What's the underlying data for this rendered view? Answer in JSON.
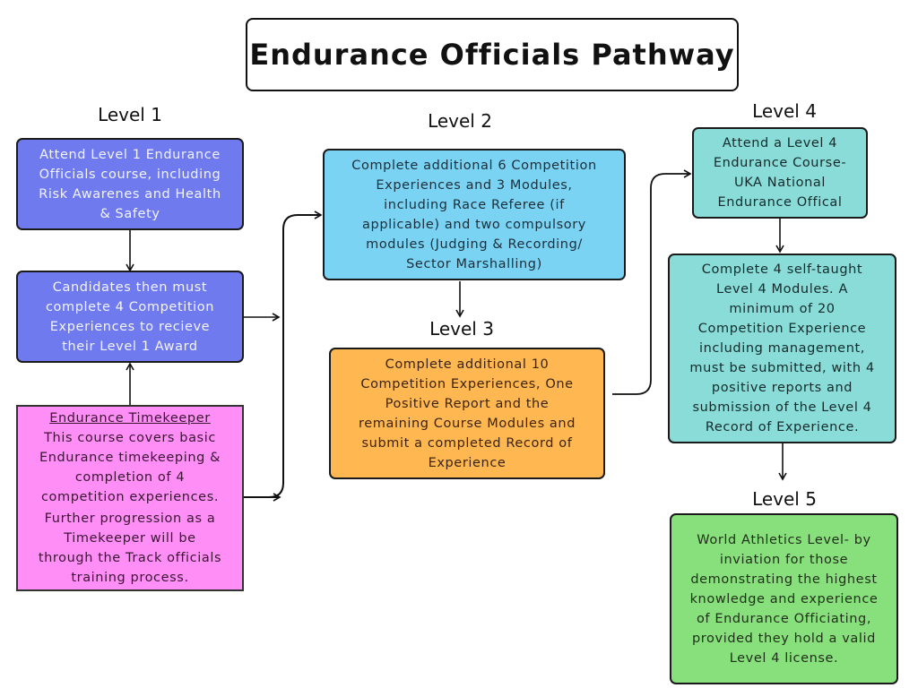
{
  "title": "Endurance Officials Pathway",
  "levels": {
    "level1": {
      "label": "Level 1",
      "box1": [
        "Attend Level 1 Endurance",
        "Officials course, including",
        "Risk Awarenes and Health",
        "& Safety"
      ],
      "box2": [
        "Candidates then must",
        "complete 4 Competition",
        "Experiences to recieve",
        "their Level 1 Award"
      ]
    },
    "timekeeper": {
      "heading": "Endurance Timekeeper",
      "para1": [
        "This course covers basic",
        "Endurance timekeeping &",
        "completion of 4",
        "competition experiences."
      ],
      "para2": [
        "Further progression as a",
        "Timekeeper will be",
        "through the Track officials",
        "training process."
      ]
    },
    "level2": {
      "label": "Level 2",
      "box": [
        "Complete additional 6 Competition",
        "Experiences and 3 Modules,",
        "including Race Referee (if",
        "applicable) and two compulsory",
        "modules (Judging & Recording/",
        "Sector Marshalling)"
      ]
    },
    "level3": {
      "label": "Level 3",
      "box": [
        "Complete additional 10",
        "Competition Experiences, One",
        "Positive Report and the",
        "remaining Course Modules and",
        "submit a completed Record of",
        "Experience"
      ]
    },
    "level4": {
      "label": "Level 4",
      "box1": [
        "Attend a Level 4",
        "Endurance Course-",
        "UKA National",
        "Endurance Offical"
      ],
      "box2": [
        "Complete 4 self-taught",
        "Level 4 Modules. A",
        "minimum of 20",
        "Competition Experience",
        "including management,",
        "must be submitted, with 4",
        "positive reports and",
        "submission of the Level 4",
        "Record of Experience."
      ]
    },
    "level5": {
      "label": "Level 5",
      "box": [
        "World Athletics Level- by",
        "inviation for those",
        "demonstrating the highest",
        "knowledge and experience",
        "of Endurance Officiating,",
        "provided they hold a valid",
        "Level 4 license."
      ]
    }
  },
  "colors": {
    "level1": "#6f7aee",
    "timekeeper": "#ff8ef6",
    "level2": "#7bd3f3",
    "level3": "#ffb752",
    "level4": "#89dcd8",
    "level5": "#88e07c"
  }
}
